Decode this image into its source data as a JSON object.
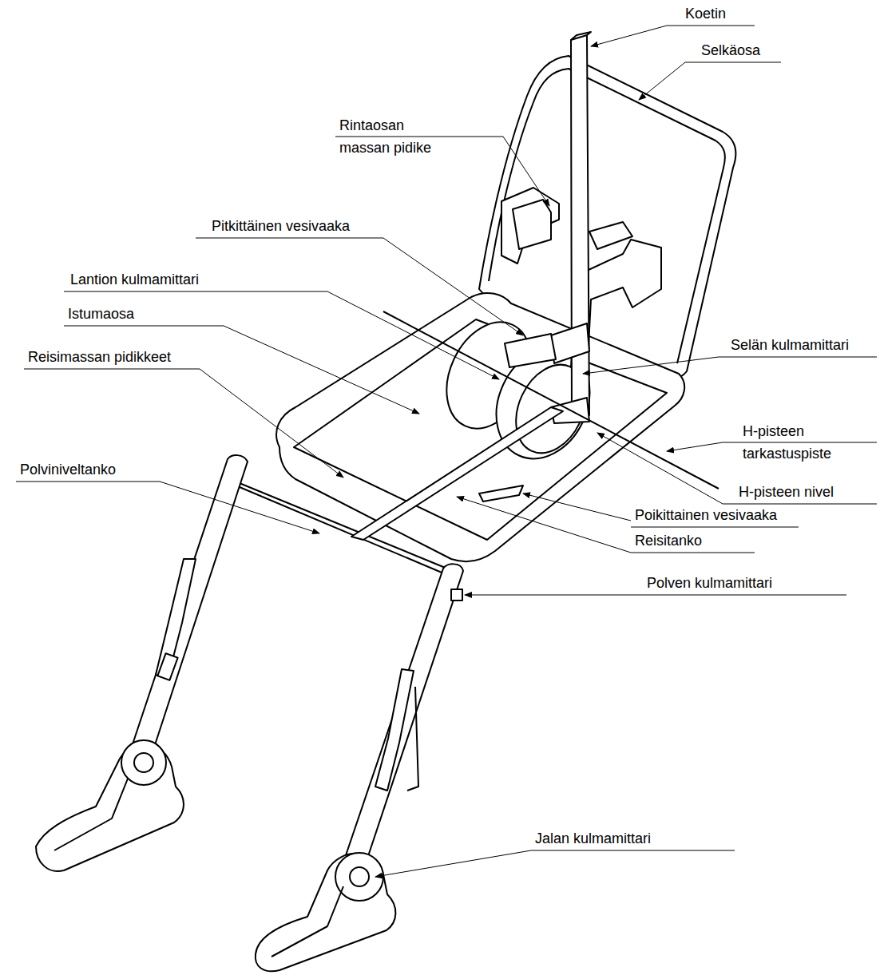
{
  "diagram": {
    "labels": [
      "Koetin",
      "Selkäosa",
      "Rintaosan massan pidike",
      "Pitkittäinen vesivaaka",
      "Lantion kulmamittari",
      "Istumaosa",
      "Reisimassan pidikkeet",
      "Selän kulmamittari",
      "H-pisteen tarkastuspiste",
      "H-pisteen nivel",
      "Polviniveltanko",
      "Poikittainen vesivaaka",
      "Reisitanko",
      "Polven kulmamittari",
      "Jalan kulmamittari"
    ]
  }
}
